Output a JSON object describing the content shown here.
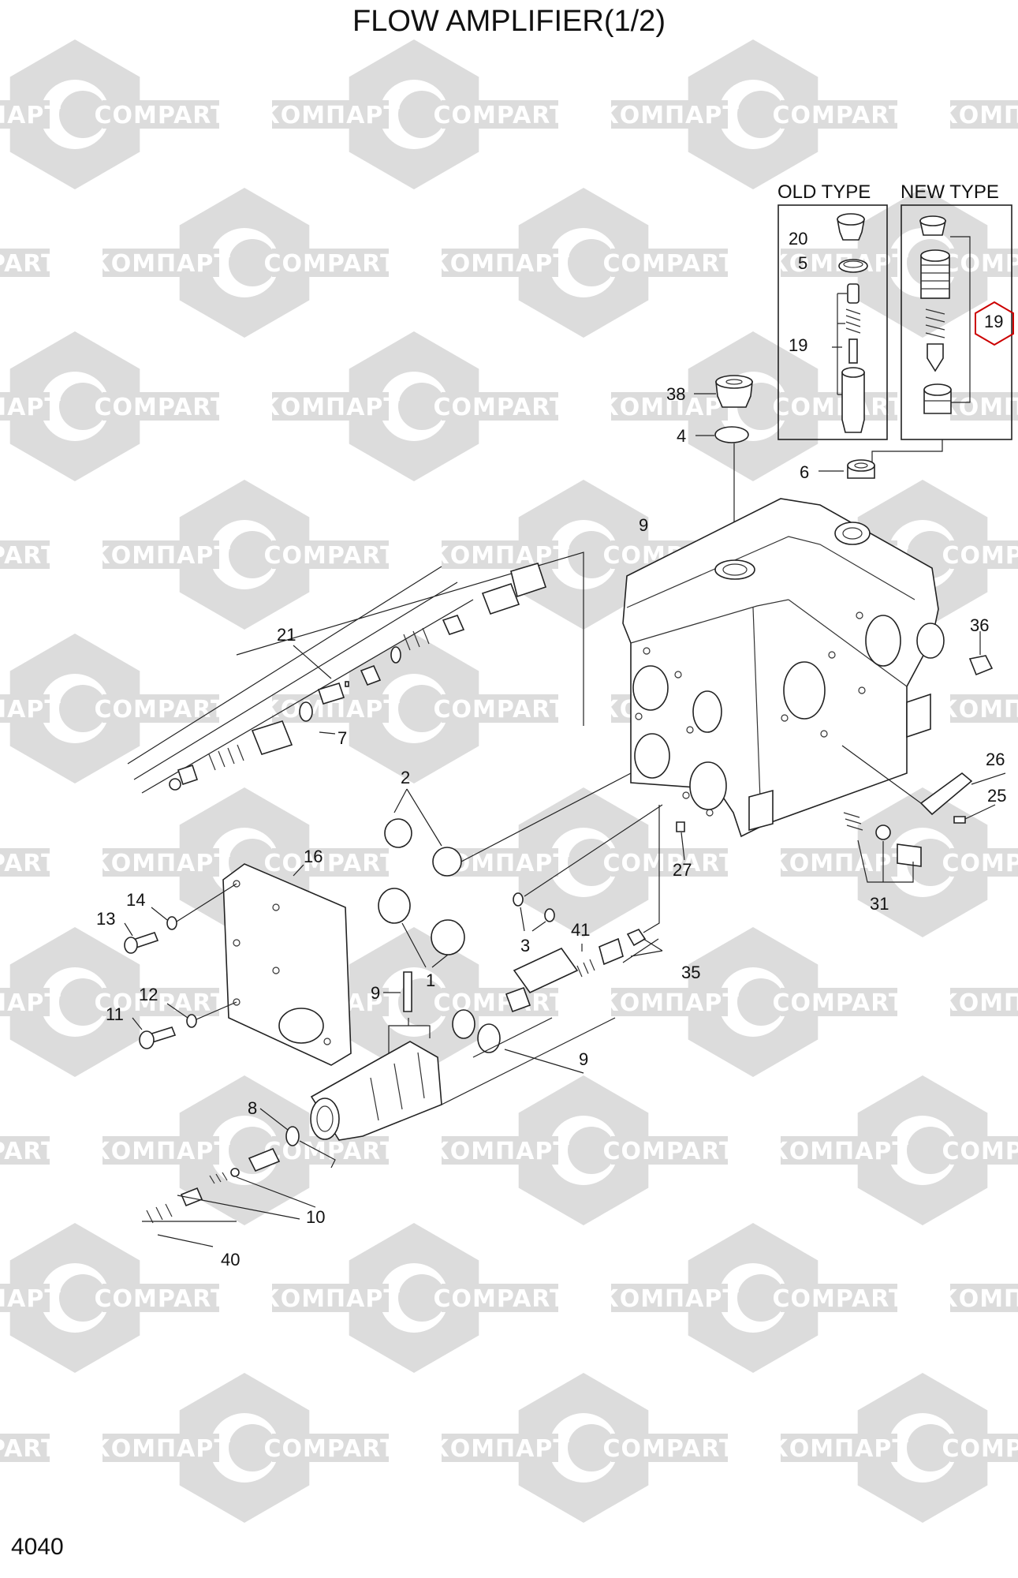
{
  "title": "FLOW AMPLIFIER(1/2)",
  "page_number": "4040",
  "watermark": {
    "latin": "COMPART",
    "cyrillic": "КОМПАРТ",
    "color": "#dcdcdc"
  },
  "legend": {
    "old_type": "OLD TYPE",
    "new_type": "NEW TYPE"
  },
  "highlight_color": "#cc0000",
  "callouts": {
    "c20": "20",
    "c5": "5",
    "c19_old": "19",
    "c19_new": "19",
    "c38": "38",
    "c4": "4",
    "c6": "6",
    "c9_top": "9",
    "c36": "36",
    "c21": "21",
    "c7": "7",
    "c2": "2",
    "c26": "26",
    "c25": "25",
    "c27": "27",
    "c31": "31",
    "c16": "16",
    "c14": "14",
    "c13": "13",
    "c3": "3",
    "c1": "1",
    "c41": "41",
    "c35": "35",
    "c12": "12",
    "c11": "11",
    "c9_pin": "9",
    "c9_spool": "9",
    "c8": "8",
    "c10": "10",
    "c40": "40"
  }
}
